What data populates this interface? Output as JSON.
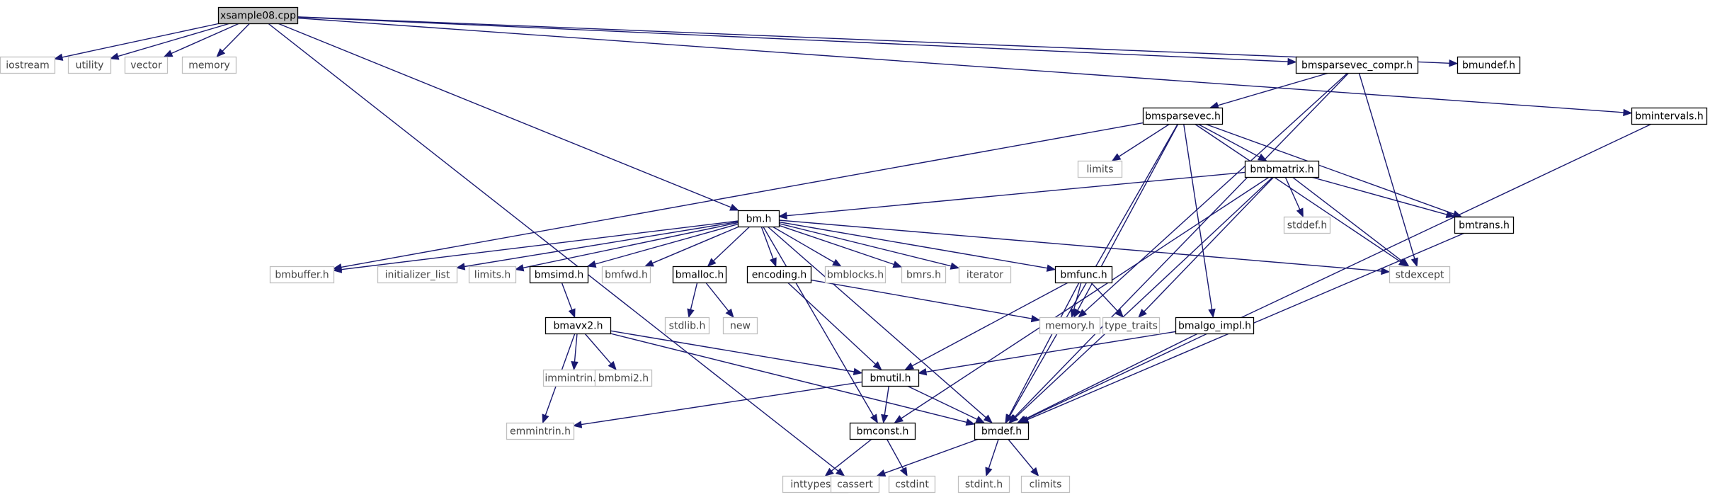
{
  "colors": {
    "edge": "#191970",
    "root_fill": "#bfbfbf",
    "local_border": "#000000",
    "external_border": "#bfbfbf",
    "background": "#ffffff"
  },
  "nodes": [
    {
      "id": "xsample08",
      "label": "xsample08.cpp",
      "kind": "root"
    },
    {
      "id": "iostream",
      "label": "iostream",
      "kind": "external"
    },
    {
      "id": "utility",
      "label": "utility",
      "kind": "external"
    },
    {
      "id": "vector",
      "label": "vector",
      "kind": "external"
    },
    {
      "id": "memory",
      "label": "memory",
      "kind": "external"
    },
    {
      "id": "bmsparsevec_compr",
      "label": "bmsparsevec_compr.h",
      "kind": "local"
    },
    {
      "id": "bmundef",
      "label": "bmundef.h",
      "kind": "local"
    },
    {
      "id": "bmsparsevec",
      "label": "bmsparsevec.h",
      "kind": "local"
    },
    {
      "id": "bmintervals",
      "label": "bmintervals.h",
      "kind": "local"
    },
    {
      "id": "limits",
      "label": "limits",
      "kind": "external"
    },
    {
      "id": "bmbmatrix",
      "label": "bmbmatrix.h",
      "kind": "local"
    },
    {
      "id": "bm",
      "label": "bm.h",
      "kind": "local"
    },
    {
      "id": "stddef",
      "label": "stddef.h",
      "kind": "external"
    },
    {
      "id": "bmtrans",
      "label": "bmtrans.h",
      "kind": "local"
    },
    {
      "id": "bmbuffer",
      "label": "bmbuffer.h",
      "kind": "external"
    },
    {
      "id": "initializer_list",
      "label": "initializer_list",
      "kind": "external"
    },
    {
      "id": "limits_h",
      "label": "limits.h",
      "kind": "external"
    },
    {
      "id": "bmsimd",
      "label": "bmsimd.h",
      "kind": "local"
    },
    {
      "id": "bmfwd",
      "label": "bmfwd.h",
      "kind": "external"
    },
    {
      "id": "bmalloc",
      "label": "bmalloc.h",
      "kind": "local"
    },
    {
      "id": "encoding",
      "label": "encoding.h",
      "kind": "local"
    },
    {
      "id": "bmblocks",
      "label": "bmblocks.h",
      "kind": "external"
    },
    {
      "id": "bmrs",
      "label": "bmrs.h",
      "kind": "external"
    },
    {
      "id": "iterator",
      "label": "iterator",
      "kind": "external"
    },
    {
      "id": "bmfunc",
      "label": "bmfunc.h",
      "kind": "local"
    },
    {
      "id": "stdexcept",
      "label": "stdexcept",
      "kind": "external"
    },
    {
      "id": "bmavx2",
      "label": "bmavx2.h",
      "kind": "local"
    },
    {
      "id": "stdlib",
      "label": "stdlib.h",
      "kind": "external"
    },
    {
      "id": "new",
      "label": "new",
      "kind": "external"
    },
    {
      "id": "memory_h",
      "label": "memory.h",
      "kind": "external"
    },
    {
      "id": "type_traits",
      "label": "type_traits",
      "kind": "external"
    },
    {
      "id": "bmalgo_impl",
      "label": "bmalgo_impl.h",
      "kind": "local"
    },
    {
      "id": "immintrin",
      "label": "immintrin.h",
      "kind": "external"
    },
    {
      "id": "bmbmi2",
      "label": "bmbmi2.h",
      "kind": "external"
    },
    {
      "id": "bmutil",
      "label": "bmutil.h",
      "kind": "local"
    },
    {
      "id": "emmintrin",
      "label": "emmintrin.h",
      "kind": "external"
    },
    {
      "id": "bmconst",
      "label": "bmconst.h",
      "kind": "local"
    },
    {
      "id": "bmdef",
      "label": "bmdef.h",
      "kind": "local"
    },
    {
      "id": "inttypes",
      "label": "inttypes.h",
      "kind": "external"
    },
    {
      "id": "cassert",
      "label": "cassert",
      "kind": "external"
    },
    {
      "id": "cstdint",
      "label": "cstdint",
      "kind": "external"
    },
    {
      "id": "stdint",
      "label": "stdint.h",
      "kind": "external"
    },
    {
      "id": "climits",
      "label": "climits",
      "kind": "external"
    }
  ],
  "edges": [
    [
      "xsample08",
      "iostream"
    ],
    [
      "xsample08",
      "utility"
    ],
    [
      "xsample08",
      "vector"
    ],
    [
      "xsample08",
      "memory"
    ],
    [
      "xsample08",
      "bmsparsevec_compr"
    ],
    [
      "xsample08",
      "bmundef"
    ],
    [
      "xsample08",
      "bmintervals"
    ],
    [
      "xsample08",
      "bm"
    ],
    [
      "xsample08",
      "cassert"
    ],
    [
      "bmsparsevec_compr",
      "bmsparsevec"
    ],
    [
      "bmsparsevec_compr",
      "stdexcept"
    ],
    [
      "bmsparsevec_compr",
      "memory_h"
    ],
    [
      "bmsparsevec_compr",
      "bmdef"
    ],
    [
      "bmintervals",
      "bmdef"
    ],
    [
      "bmsparsevec",
      "limits"
    ],
    [
      "bmsparsevec",
      "bmbmatrix"
    ],
    [
      "bmsparsevec",
      "bmtrans"
    ],
    [
      "bmsparsevec",
      "stdexcept"
    ],
    [
      "bmsparsevec",
      "memory_h"
    ],
    [
      "bmsparsevec",
      "bmalgo_impl"
    ],
    [
      "bmsparsevec",
      "bmbuffer"
    ],
    [
      "bmsparsevec",
      "bmdef"
    ],
    [
      "bmbmatrix",
      "stddef"
    ],
    [
      "bmbmatrix",
      "bmtrans"
    ],
    [
      "bmbmatrix",
      "stdexcept"
    ],
    [
      "bmbmatrix",
      "bm"
    ],
    [
      "bmbmatrix",
      "type_traits"
    ],
    [
      "bmbmatrix",
      "bmconst"
    ],
    [
      "bmbmatrix",
      "bmdef"
    ],
    [
      "bmtrans",
      "bmdef"
    ],
    [
      "bm",
      "bmbuffer"
    ],
    [
      "bm",
      "initializer_list"
    ],
    [
      "bm",
      "limits_h"
    ],
    [
      "bm",
      "bmsimd"
    ],
    [
      "bm",
      "bmfwd"
    ],
    [
      "bm",
      "bmalloc"
    ],
    [
      "bm",
      "encoding"
    ],
    [
      "bm",
      "bmblocks"
    ],
    [
      "bm",
      "bmrs"
    ],
    [
      "bm",
      "iterator"
    ],
    [
      "bm",
      "bmfunc"
    ],
    [
      "bm",
      "stdexcept"
    ],
    [
      "bm",
      "bmdef"
    ],
    [
      "bm",
      "bmconst"
    ],
    [
      "bmsimd",
      "bmavx2"
    ],
    [
      "bmalloc",
      "stdlib"
    ],
    [
      "bmalloc",
      "new"
    ],
    [
      "encoding",
      "memory_h"
    ],
    [
      "encoding",
      "bmutil"
    ],
    [
      "bmfunc",
      "memory_h"
    ],
    [
      "bmfunc",
      "type_traits"
    ],
    [
      "bmfunc",
      "bmutil"
    ],
    [
      "bmfunc",
      "bmdef"
    ],
    [
      "bmavx2",
      "immintrin"
    ],
    [
      "bmavx2",
      "bmbmi2"
    ],
    [
      "bmavx2",
      "emmintrin"
    ],
    [
      "bmavx2",
      "bmutil"
    ],
    [
      "bmavx2",
      "bmdef"
    ],
    [
      "bmalgo_impl",
      "bmutil"
    ],
    [
      "bmalgo_impl",
      "bmdef"
    ],
    [
      "bmutil",
      "emmintrin"
    ],
    [
      "bmutil",
      "bmconst"
    ],
    [
      "bmutil",
      "bmdef"
    ],
    [
      "bmconst",
      "inttypes"
    ],
    [
      "bmconst",
      "cstdint"
    ],
    [
      "bmdef",
      "cassert"
    ],
    [
      "bmdef",
      "stdint"
    ],
    [
      "bmdef",
      "climits"
    ]
  ]
}
